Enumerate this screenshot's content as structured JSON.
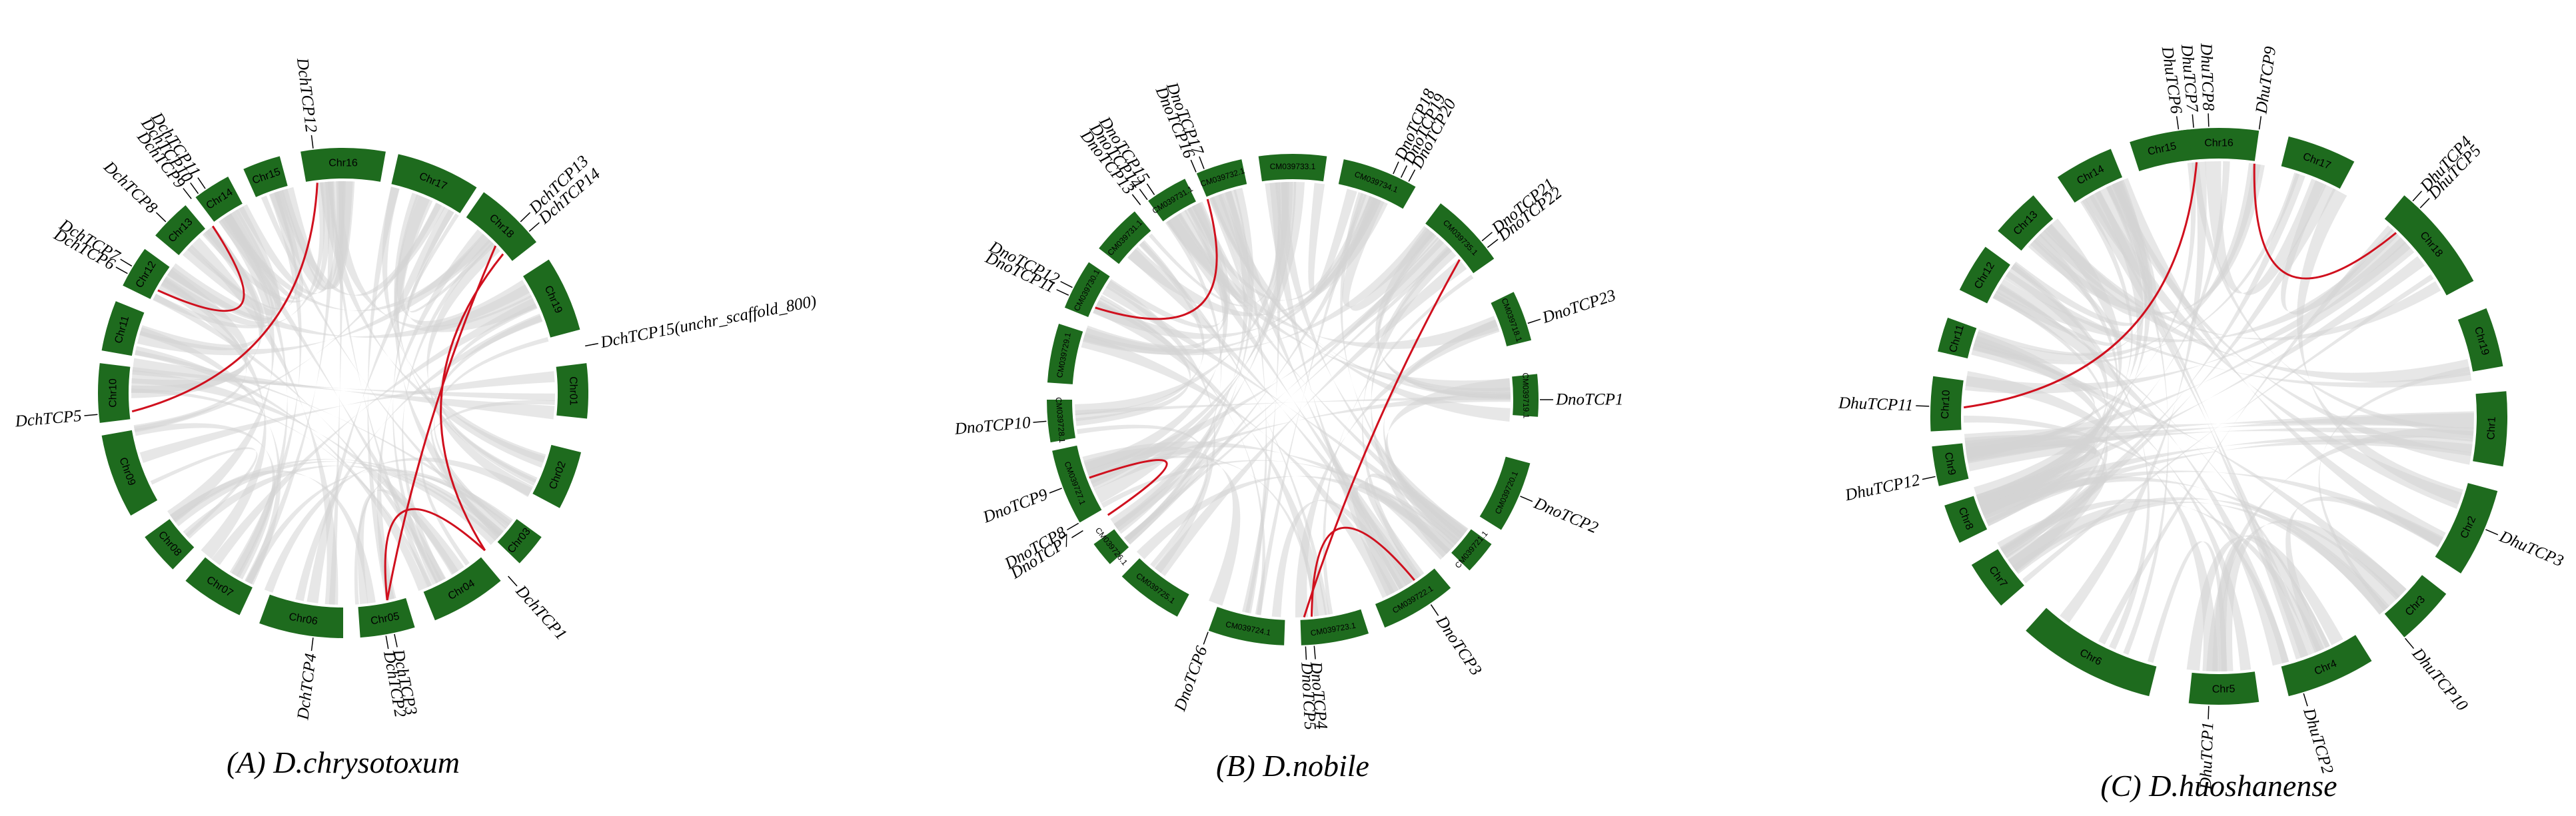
{
  "colors": {
    "chromosome": "#1e6b1e",
    "gray_link": "#d3d3d3",
    "red_link": "#d0101e",
    "text": "#000000"
  },
  "panels": [
    {
      "id": "A",
      "caption": "(A) D.chrysotoxum",
      "chromosomes": [
        {
          "label": "Chr16",
          "start": -10,
          "end": 10
        },
        {
          "label": "Chr17",
          "start": 13,
          "end": 33
        },
        {
          "label": "Chr18",
          "start": 35,
          "end": 52
        },
        {
          "label": "Chr19",
          "start": 57,
          "end": 75
        },
        {
          "label": "Chr01",
          "start": 83,
          "end": 96
        },
        {
          "label": "Chr02",
          "start": 104,
          "end": 118
        },
        {
          "label": "Chr03",
          "start": 126,
          "end": 134
        },
        {
          "label": "Chr04",
          "start": 140,
          "end": 158
        },
        {
          "label": "Chr05",
          "start": 163,
          "end": 176
        },
        {
          "label": "Chr06",
          "start": 180,
          "end": 200
        },
        {
          "label": "Chr07",
          "start": 205,
          "end": 220
        },
        {
          "label": "Chr08",
          "start": 224,
          "end": 234
        },
        {
          "label": "Chr09",
          "start": 240,
          "end": 260
        },
        {
          "label": "Chr10",
          "start": 263,
          "end": 277
        },
        {
          "label": "Chr11",
          "start": 280,
          "end": 292
        },
        {
          "label": "Chr12",
          "start": 296,
          "end": 306
        },
        {
          "label": "Chr13",
          "start": 310,
          "end": 320
        },
        {
          "label": "Chr14",
          "start": 323,
          "end": 332
        },
        {
          "label": "Chr15",
          "start": 336,
          "end": 345
        }
      ],
      "genes": [
        {
          "label": "DchTCP12",
          "angle": -7
        },
        {
          "label": "DchTCP11",
          "angle": 326
        },
        {
          "label": "DchTCP10",
          "angle": 324
        },
        {
          "label": "DchTCP9",
          "angle": 322
        },
        {
          "label": "DchTCP8",
          "angle": 314
        },
        {
          "label": "DchTCP7",
          "angle": 301
        },
        {
          "label": "DchTCP6",
          "angle": 299
        },
        {
          "label": "DchTCP5",
          "angle": 265
        },
        {
          "label": "DchTCP13",
          "angle": 46
        },
        {
          "label": "DchTCP14",
          "angle": 49
        },
        {
          "label": "DchTCP15(unchr_scaffold_800)",
          "angle": 79
        },
        {
          "label": "DchTCP1",
          "angle": 138
        },
        {
          "label": "DchTCP2",
          "angle": 170
        },
        {
          "label": "DchTCP3",
          "angle": 168
        },
        {
          "label": "DchTCP4",
          "angle": 187
        }
      ],
      "red_links": [
        [
          322,
          299
        ],
        [
          -7,
          265
        ],
        [
          46,
          168
        ],
        [
          49,
          138
        ],
        [
          168,
          138
        ]
      ]
    },
    {
      "id": "B",
      "caption": "(B) D.nobile",
      "chromosomes": [
        {
          "label": "CM039733.1",
          "start": -8,
          "end": 8
        },
        {
          "label": "CM039734.1",
          "start": 12,
          "end": 30
        },
        {
          "label": "CM039735.1",
          "start": 37,
          "end": 55
        },
        {
          "label": "CM039718.1",
          "start": 64,
          "end": 76
        },
        {
          "label": "CM039719.1",
          "start": 84,
          "end": 94
        },
        {
          "label": "CM039720.1",
          "start": 105,
          "end": 122
        },
        {
          "label": "CM039721.1",
          "start": 126,
          "end": 134
        },
        {
          "label": "CM039722.1",
          "start": 140,
          "end": 158
        },
        {
          "label": "CM039723.1",
          "start": 162,
          "end": 178
        },
        {
          "label": "CM039724.1",
          "start": 182,
          "end": 200
        },
        {
          "label": "CM039725.1",
          "start": 208,
          "end": 224
        },
        {
          "label": "CM039726.1",
          "start": 228,
          "end": 234
        },
        {
          "label": "CM039727.1",
          "start": 240,
          "end": 258
        },
        {
          "label": "CM039728.1",
          "start": 260,
          "end": 270
        },
        {
          "label": "CM039729.1",
          "start": 274,
          "end": 288
        },
        {
          "label": "CM039730.1",
          "start": 292,
          "end": 304
        },
        {
          "label": "CM039731.1",
          "start": 308,
          "end": 320
        },
        {
          "label": "CM039731.1",
          "start": 324,
          "end": 334
        },
        {
          "label": "CM039732.1",
          "start": 337,
          "end": 348
        }
      ],
      "genes": [
        {
          "label": "DnoTCP17",
          "angle": 339
        },
        {
          "label": "DnoTCP16",
          "angle": 337
        },
        {
          "label": "DnoTCP15",
          "angle": 326
        },
        {
          "label": "DnoTCP14",
          "angle": 324
        },
        {
          "label": "DnoTCP13",
          "angle": 322
        },
        {
          "label": "DnoTCP12",
          "angle": 297
        },
        {
          "label": "DnoTCP11",
          "angle": 295
        },
        {
          "label": "DnoTCP10",
          "angle": 265
        },
        {
          "label": "DnoTCP9",
          "angle": 249
        },
        {
          "label": "DnoTCP8",
          "angle": 240
        },
        {
          "label": "DnoTCP7",
          "angle": 238
        },
        {
          "label": "DnoTCP6",
          "angle": 200
        },
        {
          "label": "DnoTCP5",
          "angle": 177
        },
        {
          "label": "DnoTCP4",
          "angle": 175
        },
        {
          "label": "DnoTCP3",
          "angle": 146
        },
        {
          "label": "DnoTCP2",
          "angle": 113
        },
        {
          "label": "DnoTCP1",
          "angle": 90
        },
        {
          "label": "DnoTCP23",
          "angle": 72
        },
        {
          "label": "DnoTCP22",
          "angle": 52
        },
        {
          "label": "DnoTCP21",
          "angle": 50
        },
        {
          "label": "DnoTCP20",
          "angle": 28
        },
        {
          "label": "DnoTCP19",
          "angle": 26
        },
        {
          "label": "DnoTCP18",
          "angle": 24
        }
      ],
      "red_links": [
        [
          337,
          295
        ],
        [
          249,
          238
        ],
        [
          177,
          50
        ],
        [
          175,
          146
        ]
      ]
    },
    {
      "id": "C",
      "caption": "(C) D.huoshanense",
      "chromosomes": [
        {
          "label": "Chr16",
          "start": -8,
          "end": 8
        },
        {
          "label": "Chr17",
          "start": 14,
          "end": 28
        },
        {
          "label": "Chr18",
          "start": 40,
          "end": 62
        },
        {
          "label": "Chr19",
          "start": 68,
          "end": 80
        },
        {
          "label": "Chr1",
          "start": 85,
          "end": 100
        },
        {
          "label": "Chr2",
          "start": 105,
          "end": 123
        },
        {
          "label": "Chr3",
          "start": 128,
          "end": 140
        },
        {
          "label": "Chr4",
          "start": 148,
          "end": 166
        },
        {
          "label": "Chr5",
          "start": 172,
          "end": 186
        },
        {
          "label": "Chr6",
          "start": 194,
          "end": 222
        },
        {
          "label": "Chr7",
          "start": 229,
          "end": 239
        },
        {
          "label": "Chr8",
          "start": 244,
          "end": 252
        },
        {
          "label": "Chr9",
          "start": 256,
          "end": 264
        },
        {
          "label": "Chr10",
          "start": 267,
          "end": 278
        },
        {
          "label": "Chr11",
          "start": 283,
          "end": 290
        },
        {
          "label": "Chr12",
          "start": 296,
          "end": 306
        },
        {
          "label": "Chr13",
          "start": 310,
          "end": 320
        },
        {
          "label": "Chr14",
          "start": 326,
          "end": 338
        },
        {
          "label": "Chr15",
          "start": 342,
          "end": 354
        }
      ],
      "genes": [
        {
          "label": "DhuTCP6",
          "angle": 352
        },
        {
          "label": "DhuTCP7",
          "angle": 355
        },
        {
          "label": "DhuTCP8",
          "angle": 358
        },
        {
          "label": "DhuTCP9",
          "angle": 8
        },
        {
          "label": "DhuTCP4",
          "angle": 42
        },
        {
          "label": "DhuTCP5",
          "angle": 44
        },
        {
          "label": "DhuTCP3",
          "angle": 113
        },
        {
          "label": "DhuTCP10",
          "angle": 140
        },
        {
          "label": "DhuTCP2",
          "angle": 163
        },
        {
          "label": "DhuTCP1",
          "angle": 182
        },
        {
          "label": "DhuTCP12",
          "angle": 258
        },
        {
          "label": "DhuTCP11",
          "angle": 272
        }
      ],
      "red_links": [
        [
          355,
          272
        ],
        [
          8,
          44
        ]
      ]
    }
  ]
}
